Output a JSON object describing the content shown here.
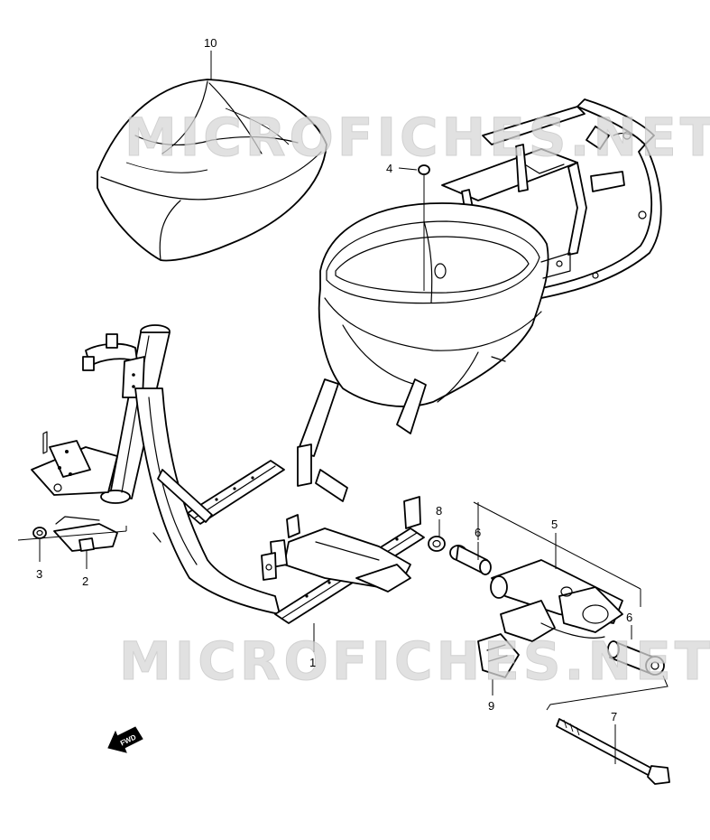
{
  "watermark": {
    "text": "MICROFICHES.NET"
  },
  "fwd_label": "FWD",
  "callouts": [
    {
      "id": "10",
      "label": "10"
    },
    {
      "id": "4",
      "label": "4"
    },
    {
      "id": "8",
      "label": "8"
    },
    {
      "id": "6a",
      "label": "6"
    },
    {
      "id": "5",
      "label": "5"
    },
    {
      "id": "6b",
      "label": "6"
    },
    {
      "id": "3",
      "label": "3"
    },
    {
      "id": "2",
      "label": "2"
    },
    {
      "id": "1",
      "label": "1"
    },
    {
      "id": "9",
      "label": "9"
    },
    {
      "id": "7",
      "label": "7"
    }
  ]
}
